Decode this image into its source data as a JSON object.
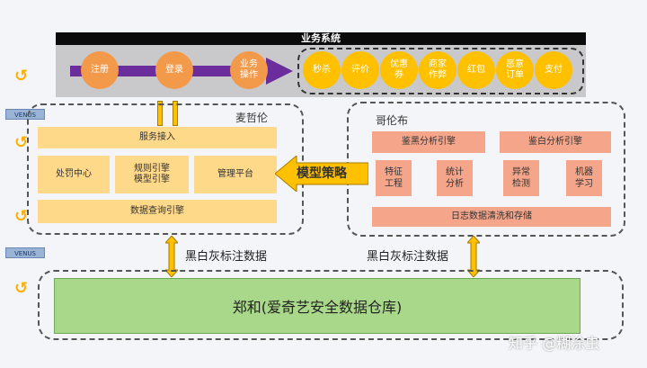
{
  "business_system": {
    "title": "业务系统",
    "flow_steps": [
      "注册",
      "登录",
      "业务\n操作"
    ],
    "event_steps": [
      "秒杀",
      "评价",
      "优惠\n券",
      "商家\n作弊",
      "红包",
      "恶意\n订单",
      "支付"
    ]
  },
  "venus_labels": [
    "VENUS",
    "VENUS"
  ],
  "magellan": {
    "title": "麦哲伦",
    "service_access": "服务接入",
    "modules": [
      "处罚中心",
      "规则引擎\n模型引擎",
      "管理平台"
    ],
    "query_engine": "数据查询引擎"
  },
  "columbus": {
    "title": "哥伦布",
    "engines": [
      "鉴黑分析引擎",
      "鉴白分析引擎"
    ],
    "modules": [
      "特征\n工程",
      "统计\n分析",
      "异常\n检测",
      "机器\n学习"
    ],
    "log_storage": "日志数据清洗和存储"
  },
  "model_strategy": "模型策略",
  "annotations": [
    "黑白灰标注数据",
    "黑白灰标注数据"
  ],
  "zhenghe": "郑和(爱奇艺安全数据仓库)",
  "watermark": "知乎 @糊涂虫",
  "colors": {
    "purple_arrow": "#6c2d9c",
    "orange": "#f29a4a",
    "yellow": "#ffc000",
    "magellan_fill": "#ffd98a",
    "columbus_fill": "#f4a58a",
    "warehouse_fill": "#a9d88a"
  }
}
